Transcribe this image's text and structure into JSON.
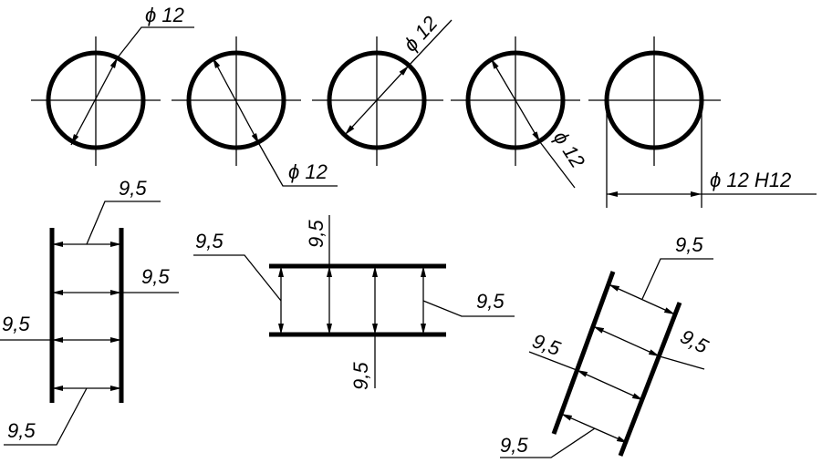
{
  "circle_dimensions": [
    {
      "text": "ϕ 12"
    },
    {
      "text": "ϕ 12"
    },
    {
      "text": "ϕ 12"
    },
    {
      "text": "ϕ 12"
    },
    {
      "text": "ϕ 12 H12"
    }
  ],
  "vertical_pair": {
    "labels": [
      "9,5",
      "9,5",
      "9,5",
      "9,5"
    ]
  },
  "horizontal_pair": {
    "labels": [
      "9,5",
      "9,5",
      "9,5",
      "9,5"
    ]
  },
  "slanted_pair": {
    "labels": [
      "9,5",
      "9,5",
      "9,5",
      "9,5"
    ]
  }
}
